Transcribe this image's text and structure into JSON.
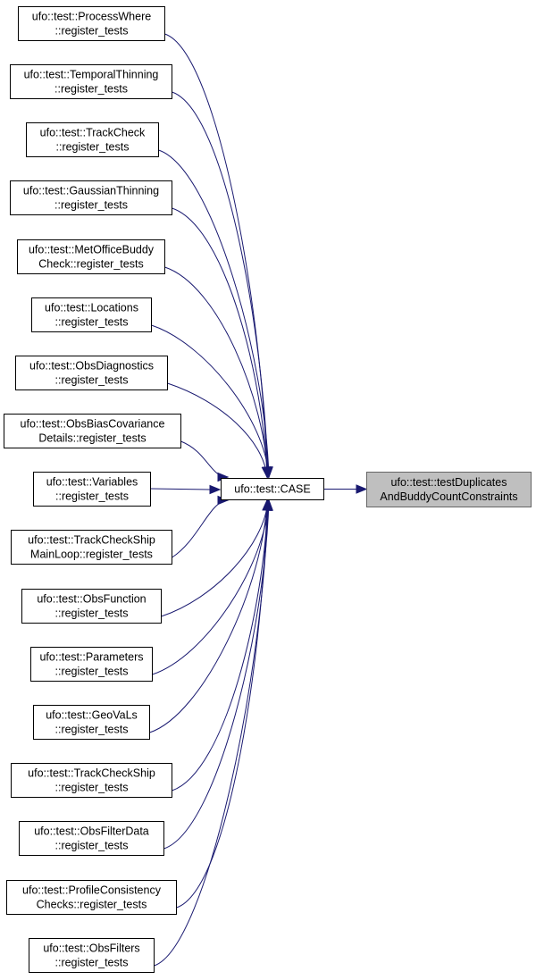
{
  "graph": {
    "target_node": {
      "lines": [
        "ufo::test::testDuplicates",
        "AndBuddyCountConstraints"
      ]
    },
    "case_node": {
      "lines": [
        "ufo::test::CASE"
      ]
    },
    "caller_nodes": [
      {
        "lines": [
          "ufo::test::ProcessWhere",
          "::register_tests"
        ]
      },
      {
        "lines": [
          "ufo::test::TemporalThinning",
          "::register_tests"
        ]
      },
      {
        "lines": [
          "ufo::test::TrackCheck",
          "::register_tests"
        ]
      },
      {
        "lines": [
          "ufo::test::GaussianThinning",
          "::register_tests"
        ]
      },
      {
        "lines": [
          "ufo::test::MetOfficeBuddy",
          "Check::register_tests"
        ]
      },
      {
        "lines": [
          "ufo::test::Locations",
          "::register_tests"
        ]
      },
      {
        "lines": [
          "ufo::test::ObsDiagnostics",
          "::register_tests"
        ]
      },
      {
        "lines": [
          "ufo::test::ObsBiasCovariance",
          "Details::register_tests"
        ]
      },
      {
        "lines": [
          "ufo::test::Variables",
          "::register_tests"
        ]
      },
      {
        "lines": [
          "ufo::test::TrackCheckShip",
          "MainLoop::register_tests"
        ]
      },
      {
        "lines": [
          "ufo::test::ObsFunction",
          "::register_tests"
        ]
      },
      {
        "lines": [
          "ufo::test::Parameters",
          "::register_tests"
        ]
      },
      {
        "lines": [
          "ufo::test::GeoVaLs",
          "::register_tests"
        ]
      },
      {
        "lines": [
          "ufo::test::TrackCheckShip",
          "::register_tests"
        ]
      },
      {
        "lines": [
          "ufo::test::ObsFilterData",
          "::register_tests"
        ]
      },
      {
        "lines": [
          "ufo::test::ProfileConsistency",
          "Checks::register_tests"
        ]
      },
      {
        "lines": [
          "ufo::test::ObsFilters",
          "::register_tests"
        ]
      }
    ],
    "colors": {
      "edge": "#191970",
      "target_fill": "#bfbfbf",
      "node_fill": "#ffffff",
      "node_stroke": "#000000"
    }
  }
}
